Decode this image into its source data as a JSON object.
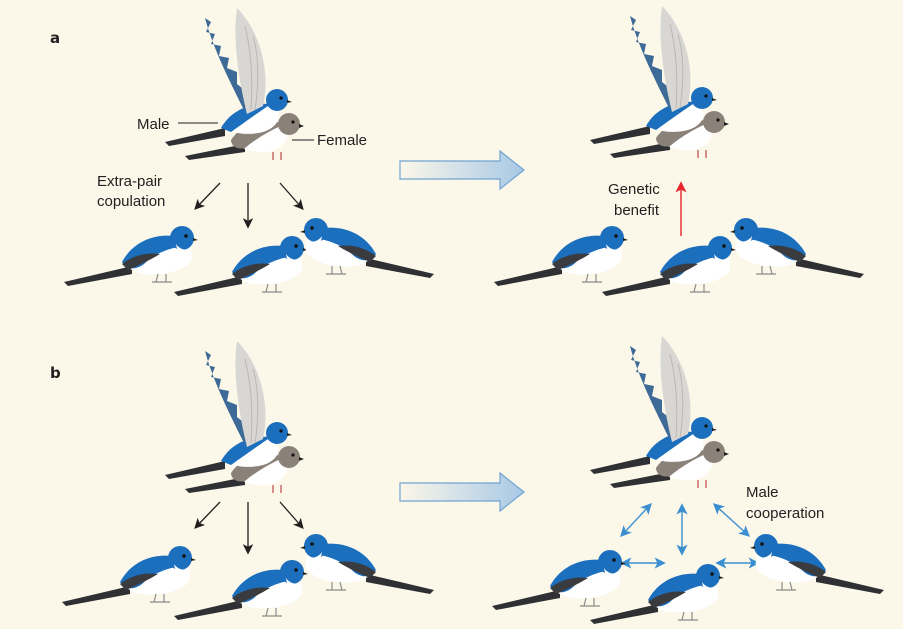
{
  "panels": {
    "a": {
      "letter": "a",
      "labels": {
        "male": "Male",
        "female": "Female",
        "extra_pair_line1": "Extra-pair",
        "extra_pair_line2": "copulation",
        "genetic_line1": "Genetic",
        "genetic_line2": "benefit"
      }
    },
    "b": {
      "letter": "b",
      "labels": {
        "cooperation_line1": "Male",
        "cooperation_line2": "cooperation"
      }
    }
  },
  "colors": {
    "background": "#fbf7e9",
    "male_blue": "#1c6fbd",
    "male_dark": "#3a3b3f",
    "female_brown": "#8a8179",
    "wing_light": "#d8d7d4",
    "transition_arrow": "#a8c8e6",
    "genetic_arrow": "#e8262d",
    "cooperation_arrow": "#3b8fd1",
    "text": "#231f20"
  }
}
